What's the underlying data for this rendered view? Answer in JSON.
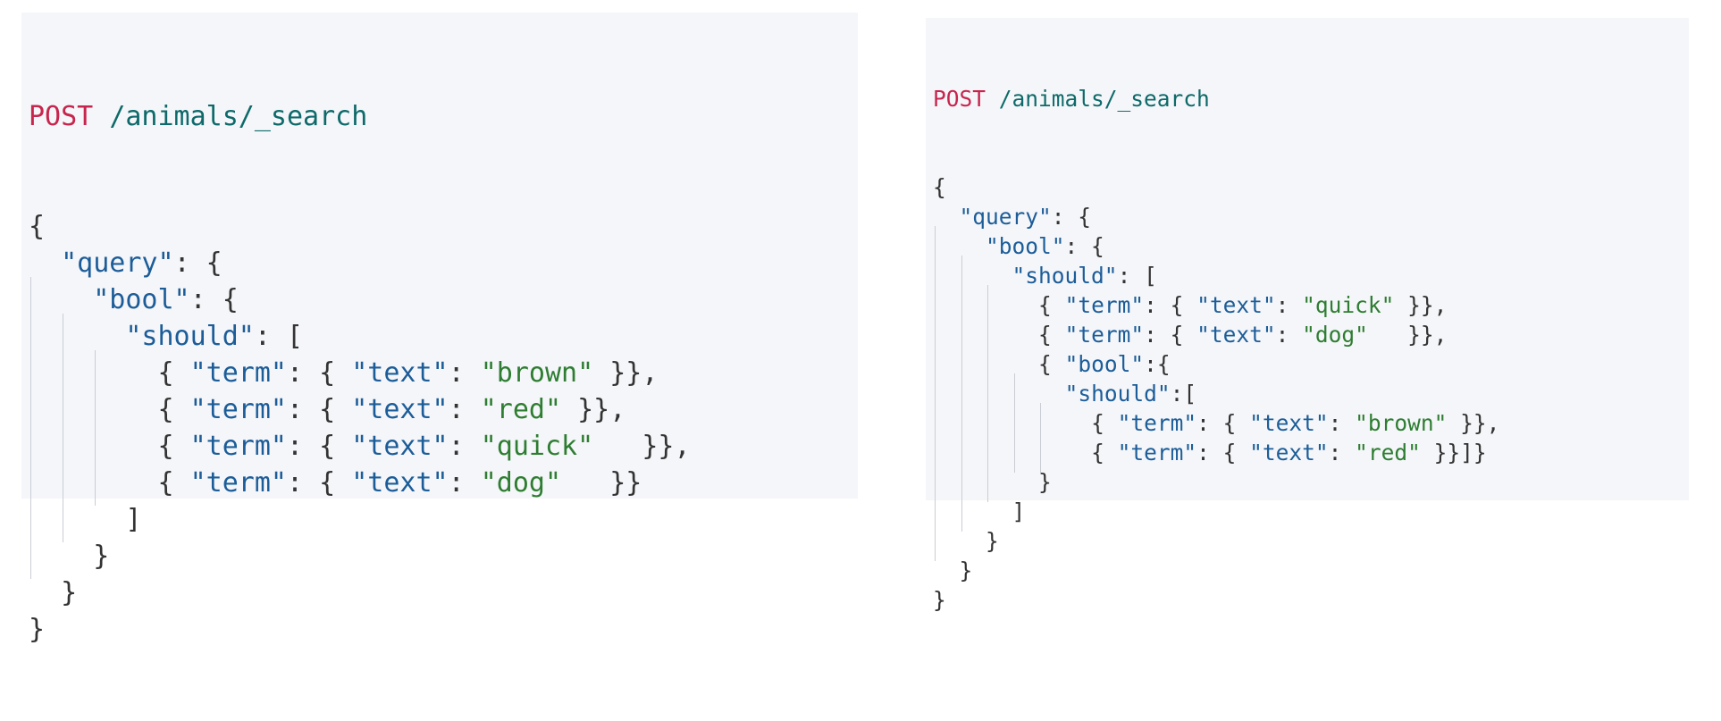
{
  "left_panel": {
    "method": "POST",
    "path": "/animals/_search",
    "lines": [
      {
        "guides": 0,
        "tokens": [
          {
            "t": "{",
            "c": "punc"
          }
        ]
      },
      {
        "guides": 0,
        "tokens": [
          {
            "t": "  ",
            "c": "punc"
          },
          {
            "t": "\"query\"",
            "c": "key"
          },
          {
            "t": ": {",
            "c": "punc"
          }
        ]
      },
      {
        "guides": 1,
        "tokens": [
          {
            "t": "  ",
            "c": "punc"
          },
          {
            "t": "\"bool\"",
            "c": "key"
          },
          {
            "t": ": {",
            "c": "punc"
          }
        ]
      },
      {
        "guides": 2,
        "tokens": [
          {
            "t": "  ",
            "c": "punc"
          },
          {
            "t": "\"should\"",
            "c": "key"
          },
          {
            "t": ": [",
            "c": "punc"
          }
        ]
      },
      {
        "guides": 3,
        "tokens": [
          {
            "t": "  { ",
            "c": "punc"
          },
          {
            "t": "\"term\"",
            "c": "key"
          },
          {
            "t": ": { ",
            "c": "punc"
          },
          {
            "t": "\"text\"",
            "c": "key"
          },
          {
            "t": ": ",
            "c": "punc"
          },
          {
            "t": "\"brown\"",
            "c": "str"
          },
          {
            "t": " }},",
            "c": "punc"
          }
        ]
      },
      {
        "guides": 3,
        "tokens": [
          {
            "t": "  { ",
            "c": "punc"
          },
          {
            "t": "\"term\"",
            "c": "key"
          },
          {
            "t": ": { ",
            "c": "punc"
          },
          {
            "t": "\"text\"",
            "c": "key"
          },
          {
            "t": ": ",
            "c": "punc"
          },
          {
            "t": "\"red\"",
            "c": "str"
          },
          {
            "t": " }},",
            "c": "punc"
          }
        ]
      },
      {
        "guides": 3,
        "tokens": [
          {
            "t": "  { ",
            "c": "punc"
          },
          {
            "t": "\"term\"",
            "c": "key"
          },
          {
            "t": ": { ",
            "c": "punc"
          },
          {
            "t": "\"text\"",
            "c": "key"
          },
          {
            "t": ": ",
            "c": "punc"
          },
          {
            "t": "\"quick\"",
            "c": "str"
          },
          {
            "t": "   }},",
            "c": "punc"
          }
        ]
      },
      {
        "guides": 3,
        "tokens": [
          {
            "t": "  { ",
            "c": "punc"
          },
          {
            "t": "\"term\"",
            "c": "key"
          },
          {
            "t": ": { ",
            "c": "punc"
          },
          {
            "t": "\"text\"",
            "c": "key"
          },
          {
            "t": ": ",
            "c": "punc"
          },
          {
            "t": "\"dog\"",
            "c": "str"
          },
          {
            "t": "   }}",
            "c": "punc"
          }
        ]
      },
      {
        "guides": 2,
        "tokens": [
          {
            "t": "  ]",
            "c": "punc"
          }
        ]
      },
      {
        "guides": 1,
        "tokens": [
          {
            "t": "  }",
            "c": "punc"
          }
        ]
      },
      {
        "guides": 0,
        "tokens": [
          {
            "t": "  }",
            "c": "punc"
          }
        ]
      },
      {
        "guides": 0,
        "tokens": [
          {
            "t": "}",
            "c": "punc"
          }
        ]
      }
    ]
  },
  "right_panel": {
    "method": "POST",
    "path": "/animals/_search",
    "lines": [
      {
        "guides": 0,
        "tokens": [
          {
            "t": "{",
            "c": "punc"
          }
        ]
      },
      {
        "guides": 0,
        "tokens": [
          {
            "t": "  ",
            "c": "punc"
          },
          {
            "t": "\"query\"",
            "c": "key"
          },
          {
            "t": ": {",
            "c": "punc"
          }
        ]
      },
      {
        "guides": 1,
        "tokens": [
          {
            "t": "  ",
            "c": "punc"
          },
          {
            "t": "\"bool\"",
            "c": "key"
          },
          {
            "t": ": {",
            "c": "punc"
          }
        ]
      },
      {
        "guides": 2,
        "tokens": [
          {
            "t": "  ",
            "c": "punc"
          },
          {
            "t": "\"should\"",
            "c": "key"
          },
          {
            "t": ": [",
            "c": "punc"
          }
        ]
      },
      {
        "guides": 3,
        "tokens": [
          {
            "t": "  { ",
            "c": "punc"
          },
          {
            "t": "\"term\"",
            "c": "key"
          },
          {
            "t": ": { ",
            "c": "punc"
          },
          {
            "t": "\"text\"",
            "c": "key"
          },
          {
            "t": ": ",
            "c": "punc"
          },
          {
            "t": "\"quick\"",
            "c": "str"
          },
          {
            "t": " }},",
            "c": "punc"
          }
        ]
      },
      {
        "guides": 3,
        "tokens": [
          {
            "t": "  { ",
            "c": "punc"
          },
          {
            "t": "\"term\"",
            "c": "key"
          },
          {
            "t": ": { ",
            "c": "punc"
          },
          {
            "t": "\"text\"",
            "c": "key"
          },
          {
            "t": ": ",
            "c": "punc"
          },
          {
            "t": "\"dog\"",
            "c": "str"
          },
          {
            "t": "   }},",
            "c": "punc"
          }
        ]
      },
      {
        "guides": 3,
        "tokens": [
          {
            "t": "  { ",
            "c": "punc"
          },
          {
            "t": "\"bool\"",
            "c": "key"
          },
          {
            "t": ":{",
            "c": "punc"
          }
        ]
      },
      {
        "guides": 4,
        "tokens": [
          {
            "t": "  ",
            "c": "punc"
          },
          {
            "t": "\"should\"",
            "c": "key"
          },
          {
            "t": ":[",
            "c": "punc"
          }
        ]
      },
      {
        "guides": 5,
        "tokens": [
          {
            "t": "  { ",
            "c": "punc"
          },
          {
            "t": "\"term\"",
            "c": "key"
          },
          {
            "t": ": { ",
            "c": "punc"
          },
          {
            "t": "\"text\"",
            "c": "key"
          },
          {
            "t": ": ",
            "c": "punc"
          },
          {
            "t": "\"brown\"",
            "c": "str"
          },
          {
            "t": " }},",
            "c": "punc"
          }
        ]
      },
      {
        "guides": 5,
        "tokens": [
          {
            "t": "  { ",
            "c": "punc"
          },
          {
            "t": "\"term\"",
            "c": "key"
          },
          {
            "t": ": { ",
            "c": "punc"
          },
          {
            "t": "\"text\"",
            "c": "key"
          },
          {
            "t": ": ",
            "c": "punc"
          },
          {
            "t": "\"red\"",
            "c": "str"
          },
          {
            "t": " }}]}",
            "c": "punc"
          }
        ]
      },
      {
        "guides": 3,
        "tokens": [
          {
            "t": "  }",
            "c": "punc"
          }
        ]
      },
      {
        "guides": 2,
        "tokens": [
          {
            "t": "  ]",
            "c": "punc"
          }
        ]
      },
      {
        "guides": 1,
        "tokens": [
          {
            "t": "  }",
            "c": "punc"
          }
        ]
      },
      {
        "guides": 0,
        "tokens": [
          {
            "t": "  }",
            "c": "punc"
          }
        ]
      },
      {
        "guides": 0,
        "tokens": [
          {
            "t": "}",
            "c": "punc"
          }
        ]
      }
    ]
  }
}
